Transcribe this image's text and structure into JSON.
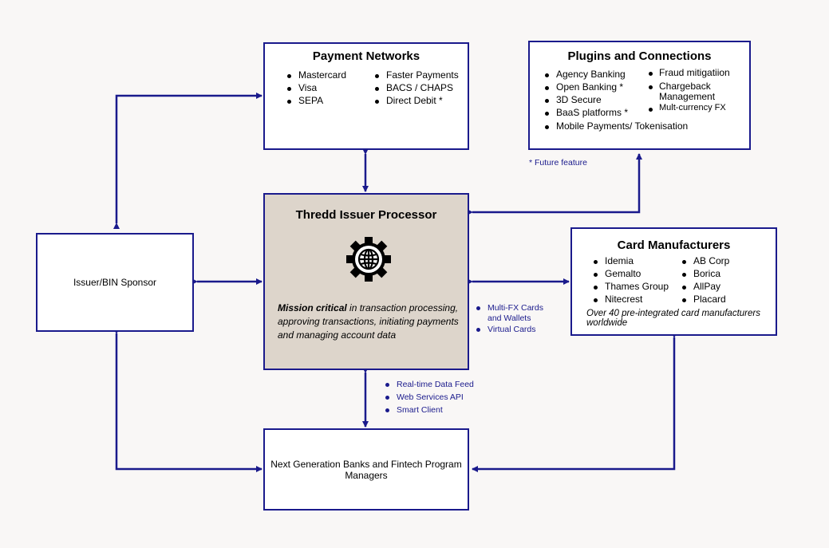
{
  "payment_networks": {
    "title": "Payment Networks",
    "col1": [
      "Mastercard",
      "Visa",
      "SEPA"
    ],
    "col2": [
      "Faster Payments",
      "BACS / CHAPS",
      "Direct Debit *"
    ]
  },
  "plugins": {
    "title": "Plugins and Connections",
    "col1": [
      "Agency Banking",
      "Open Banking *",
      "3D Secure",
      "BaaS platforms *",
      "Mobile Payments/ Tokenisation"
    ],
    "col2": [
      "Fraud mitigatiion",
      "Chargeback",
      "Management",
      "Mult-currency FX"
    ],
    "footnote": "* Future feature"
  },
  "processor": {
    "title": "Thredd Issuer Processor",
    "icon": "gear-globe-icon",
    "desc_bold": "Mission critical",
    "desc_line1": " in transaction processing,",
    "desc_line2": "approving transactions, initiating payments",
    "desc_line3": "and managing account data"
  },
  "issuer": {
    "label": "Issuer/BIN Sponsor"
  },
  "card_manufacturers": {
    "title": "Card Manufacturers",
    "col1": [
      "Idemia",
      "Gemalto",
      "Thames Group",
      "Nitecrest"
    ],
    "col2": [
      "AB Corp",
      "Borica",
      "AllPay",
      "Placard"
    ],
    "note_line1": "Over 40 pre-integrated card manufacturers",
    "note_line2": "worldwide"
  },
  "banks": {
    "line1": "Next Generation Banks and Fintech Program",
    "line2": "Managers"
  },
  "card_features": [
    "Multi-FX Cards",
    "and Wallets",
    "Virtual Cards"
  ],
  "data_features": [
    "Real-time Data Feed",
    "Web Services API",
    "Smart Client"
  ],
  "colors": {
    "line": "#1a1a8c",
    "processor_bg": "#ddd5cb",
    "page_bg": "#f9f7f6"
  }
}
